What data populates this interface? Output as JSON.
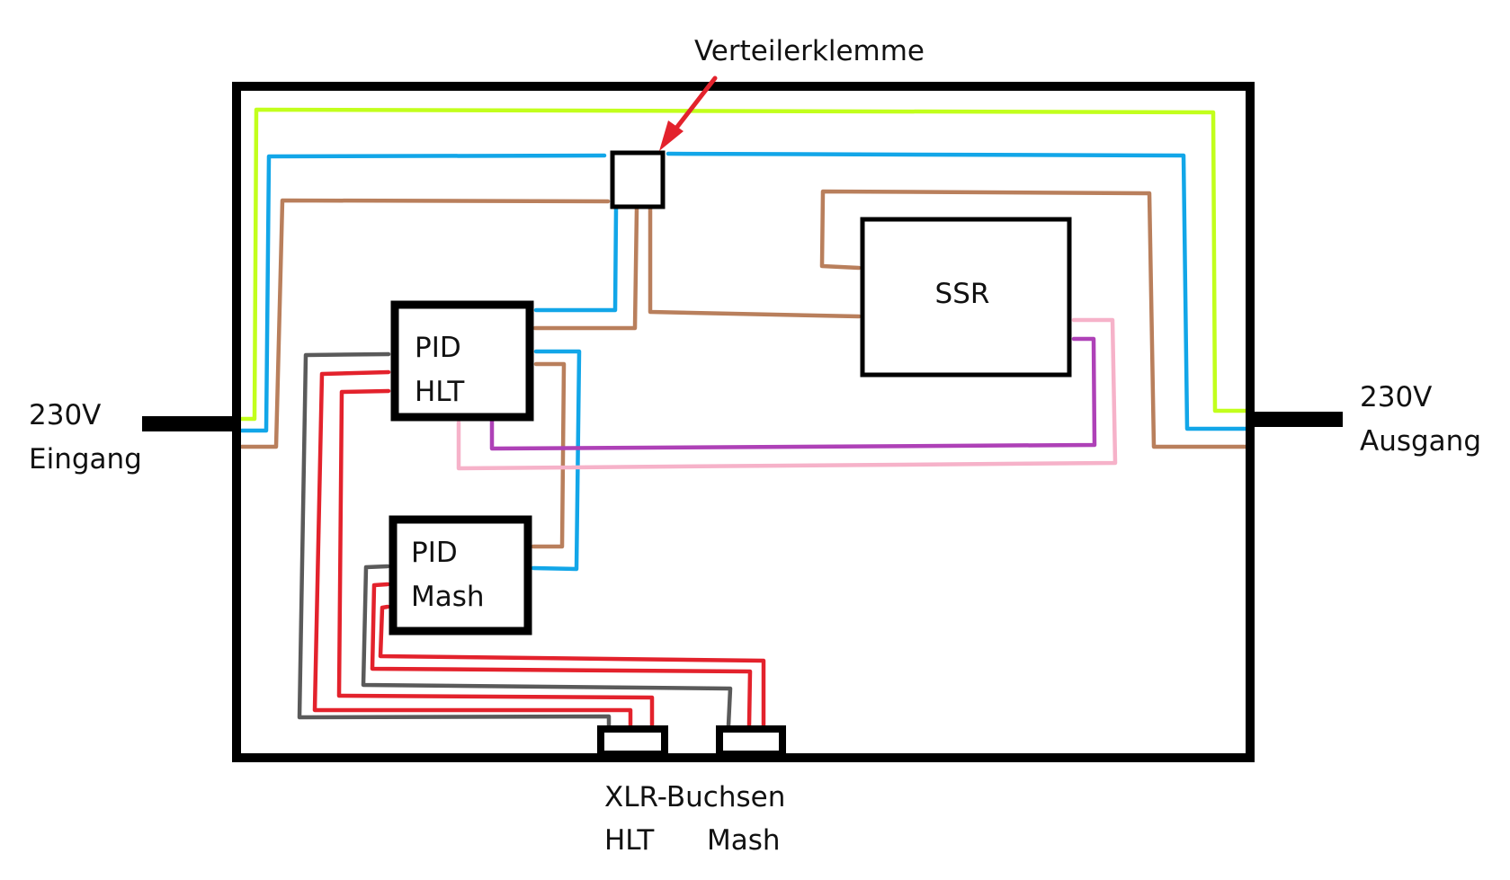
{
  "diagram": {
    "type": "wiring-diagram",
    "labels": {
      "terminal_callout": "Verteilerklemme",
      "input_voltage": "230V",
      "input_name": "Eingang",
      "output_voltage": "230V",
      "output_name": "Ausgang",
      "ssr": "SSR",
      "pid_hlt_line1": "PID",
      "pid_hlt_line2": "HLT",
      "pid_mash_line1": "PID",
      "pid_mash_line2": "Mash",
      "xlr_title": "XLR-Buchsen",
      "xlr_hlt": "HLT",
      "xlr_mash": "Mash"
    },
    "colors": {
      "enclosure": "#000000",
      "ground": "#C2FF1C",
      "neutral": "#12A6E8",
      "live": "#B97F5C",
      "sensor_gray": "#5A5A5A",
      "sensor_red": "#E3222C",
      "ssr_control_pink": "#F6B2C9",
      "ssr_control_purple": "#AE41B7",
      "callout_arrow": "#E3222C"
    },
    "components": [
      {
        "id": "verteilerklemme",
        "name": "Verteilerklemme"
      },
      {
        "id": "pid-hlt",
        "name": "PID HLT"
      },
      {
        "id": "pid-mash",
        "name": "PID Mash"
      },
      {
        "id": "ssr",
        "name": "SSR"
      },
      {
        "id": "xlr-hlt",
        "name": "XLR HLT"
      },
      {
        "id": "xlr-mash",
        "name": "XLR Mash"
      },
      {
        "id": "input-230v",
        "name": "230V Eingang"
      },
      {
        "id": "output-230v",
        "name": "230V Ausgang"
      }
    ],
    "connections": [
      {
        "from": "input-230v",
        "to": "output-230v",
        "wire": "ground"
      },
      {
        "from": "input-230v",
        "to": "verteilerklemme",
        "wire": "neutral"
      },
      {
        "from": "verteilerklemme",
        "to": "output-230v",
        "wire": "neutral"
      },
      {
        "from": "input-230v",
        "to": "verteilerklemme",
        "wire": "live"
      },
      {
        "from": "verteilerklemme",
        "to": "pid-hlt",
        "wire": "neutral"
      },
      {
        "from": "verteilerklemme",
        "to": "pid-hlt",
        "wire": "live"
      },
      {
        "from": "verteilerklemme",
        "to": "ssr",
        "wire": "live"
      },
      {
        "from": "ssr",
        "to": "output-230v",
        "wire": "live"
      },
      {
        "from": "pid-hlt",
        "to": "pid-mash",
        "wire": "neutral"
      },
      {
        "from": "pid-hlt",
        "to": "pid-mash",
        "wire": "live"
      },
      {
        "from": "pid-hlt",
        "to": "ssr",
        "wire": "ssr_control_pink"
      },
      {
        "from": "pid-hlt",
        "to": "ssr",
        "wire": "ssr_control_purple"
      },
      {
        "from": "pid-hlt",
        "to": "xlr-hlt",
        "wire": "sensor_gray"
      },
      {
        "from": "pid-hlt",
        "to": "xlr-hlt",
        "wire": "sensor_red"
      },
      {
        "from": "pid-hlt",
        "to": "xlr-hlt",
        "wire": "sensor_red"
      },
      {
        "from": "pid-mash",
        "to": "xlr-mash",
        "wire": "sensor_gray"
      },
      {
        "from": "pid-mash",
        "to": "xlr-mash",
        "wire": "sensor_red"
      },
      {
        "from": "pid-mash",
        "to": "xlr-mash",
        "wire": "sensor_red"
      }
    ]
  }
}
